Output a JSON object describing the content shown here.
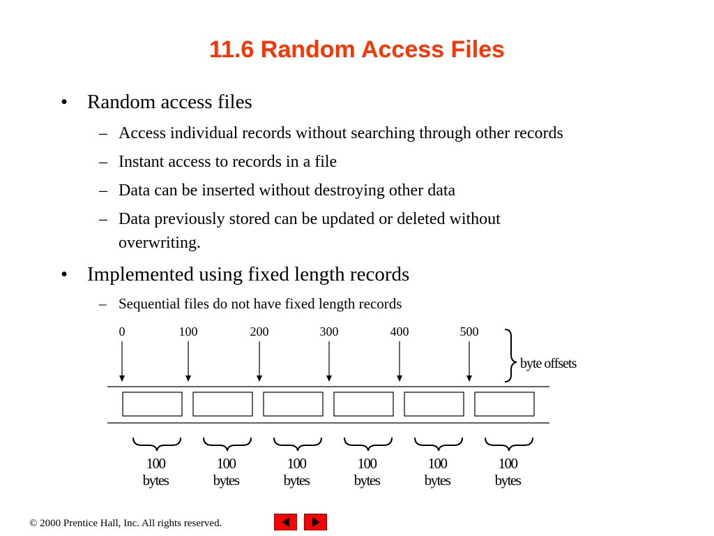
{
  "title": "11.6 Random Access Files",
  "bullets": [
    {
      "text": "Random access files",
      "subitems": [
        "Access individual records without searching through other records",
        "Instant access to records in a file",
        "Data can be inserted without destroying other data",
        "Data previously stored can be updated or deleted without",
        "overwriting."
      ]
    },
    {
      "text": "Implemented using fixed length records",
      "subitems": [
        "Sequential files do not have fixed length records"
      ]
    }
  ],
  "bullet_char": "•",
  "dash_char": "–",
  "diagram": {
    "offsets": [
      "0",
      "100",
      "200",
      "300",
      "400",
      "500"
    ],
    "offsets_label": "byte offsets",
    "record_sizes": [
      {
        "num": "100",
        "unit": "bytes"
      },
      {
        "num": "100",
        "unit": "bytes"
      },
      {
        "num": "100",
        "unit": "bytes"
      },
      {
        "num": "100",
        "unit": "bytes"
      },
      {
        "num": "100",
        "unit": "bytes"
      },
      {
        "num": "100",
        "unit": "bytes"
      }
    ]
  },
  "footer": {
    "copyright": "© 2000 Prentice Hall, Inc.  All rights reserved."
  },
  "colors": {
    "title": "#ff3300",
    "nav_button": "#ff0000"
  },
  "nav": {
    "prev_icon": "previous-slide-icon",
    "next_icon": "next-slide-icon"
  }
}
